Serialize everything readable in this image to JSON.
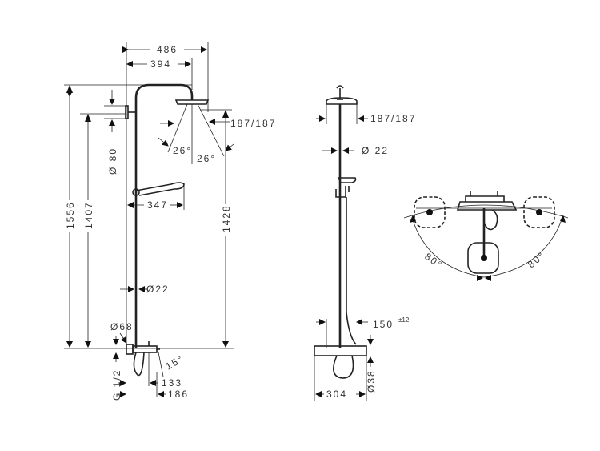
{
  "front_view": {
    "width_total": "486",
    "arm_reach": "394",
    "height_total": "1556",
    "height_bracket": "1407",
    "height_head": "1428",
    "bracket_diameter": "Ø 80",
    "head_size": "187/187",
    "spray_angle_left": "26°",
    "spray_angle_right": "26°",
    "hand_shower_reach": "347",
    "pipe_diameter": "Ø22",
    "mixer_diameter": "Ø68",
    "connection_thread": "G 1/2",
    "spout_angle": "15°",
    "spout_offset_133": "133",
    "spout_offset_186": "186"
  },
  "side_view": {
    "head_size": "187/187",
    "pipe_diameter": "Ø 22",
    "connection_spacing": "150",
    "connection_tolerance": "±12",
    "mixer_diameter": "Ø38",
    "mixer_depth": "304"
  },
  "top_view": {
    "swivel_left": "80°",
    "swivel_right": "80°"
  }
}
